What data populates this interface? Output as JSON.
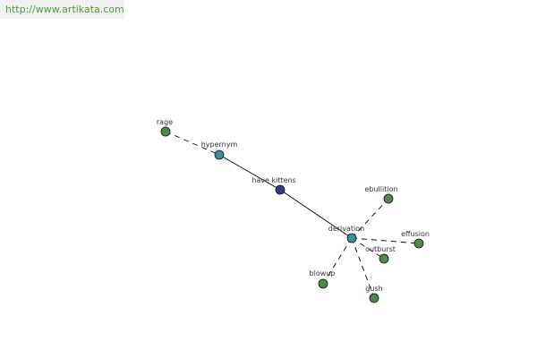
{
  "header": {
    "url_text": "http://www.artikata.com"
  },
  "colors": {
    "background": "#ffffff",
    "url_text": "#4d9a3a",
    "url_bg": "#f1f1f1",
    "edge": "#000000",
    "leaf_node": "#4e8a47",
    "hub_node": "#3d8f98",
    "center_node": "#2f3f8c",
    "node_stroke": "#111111"
  },
  "graph": {
    "nodes": [
      {
        "id": "rage",
        "label": "rage",
        "kind": "leaf"
      },
      {
        "id": "hypernym",
        "label": "hypernym",
        "kind": "hub"
      },
      {
        "id": "have_kittens",
        "label": "have kittens",
        "kind": "center"
      },
      {
        "id": "derivation",
        "label": "derivation",
        "kind": "hub"
      },
      {
        "id": "ebullition",
        "label": "ebullition",
        "kind": "leaf"
      },
      {
        "id": "effusion",
        "label": "effusion",
        "kind": "leaf"
      },
      {
        "id": "outburst",
        "label": "outburst",
        "kind": "leaf"
      },
      {
        "id": "blowup",
        "label": "blowup",
        "kind": "leaf"
      },
      {
        "id": "gush",
        "label": "gush",
        "kind": "leaf"
      }
    ],
    "edges": [
      {
        "from": "rage",
        "to": "hypernym",
        "style": "dashed"
      },
      {
        "from": "hypernym",
        "to": "have_kittens",
        "style": "solid"
      },
      {
        "from": "have_kittens",
        "to": "derivation",
        "style": "solid"
      },
      {
        "from": "derivation",
        "to": "ebullition",
        "style": "dashed"
      },
      {
        "from": "derivation",
        "to": "effusion",
        "style": "dashed"
      },
      {
        "from": "derivation",
        "to": "outburst",
        "style": "dashed"
      },
      {
        "from": "derivation",
        "to": "blowup",
        "style": "dashed"
      },
      {
        "from": "derivation",
        "to": "gush",
        "style": "dashed"
      }
    ]
  }
}
